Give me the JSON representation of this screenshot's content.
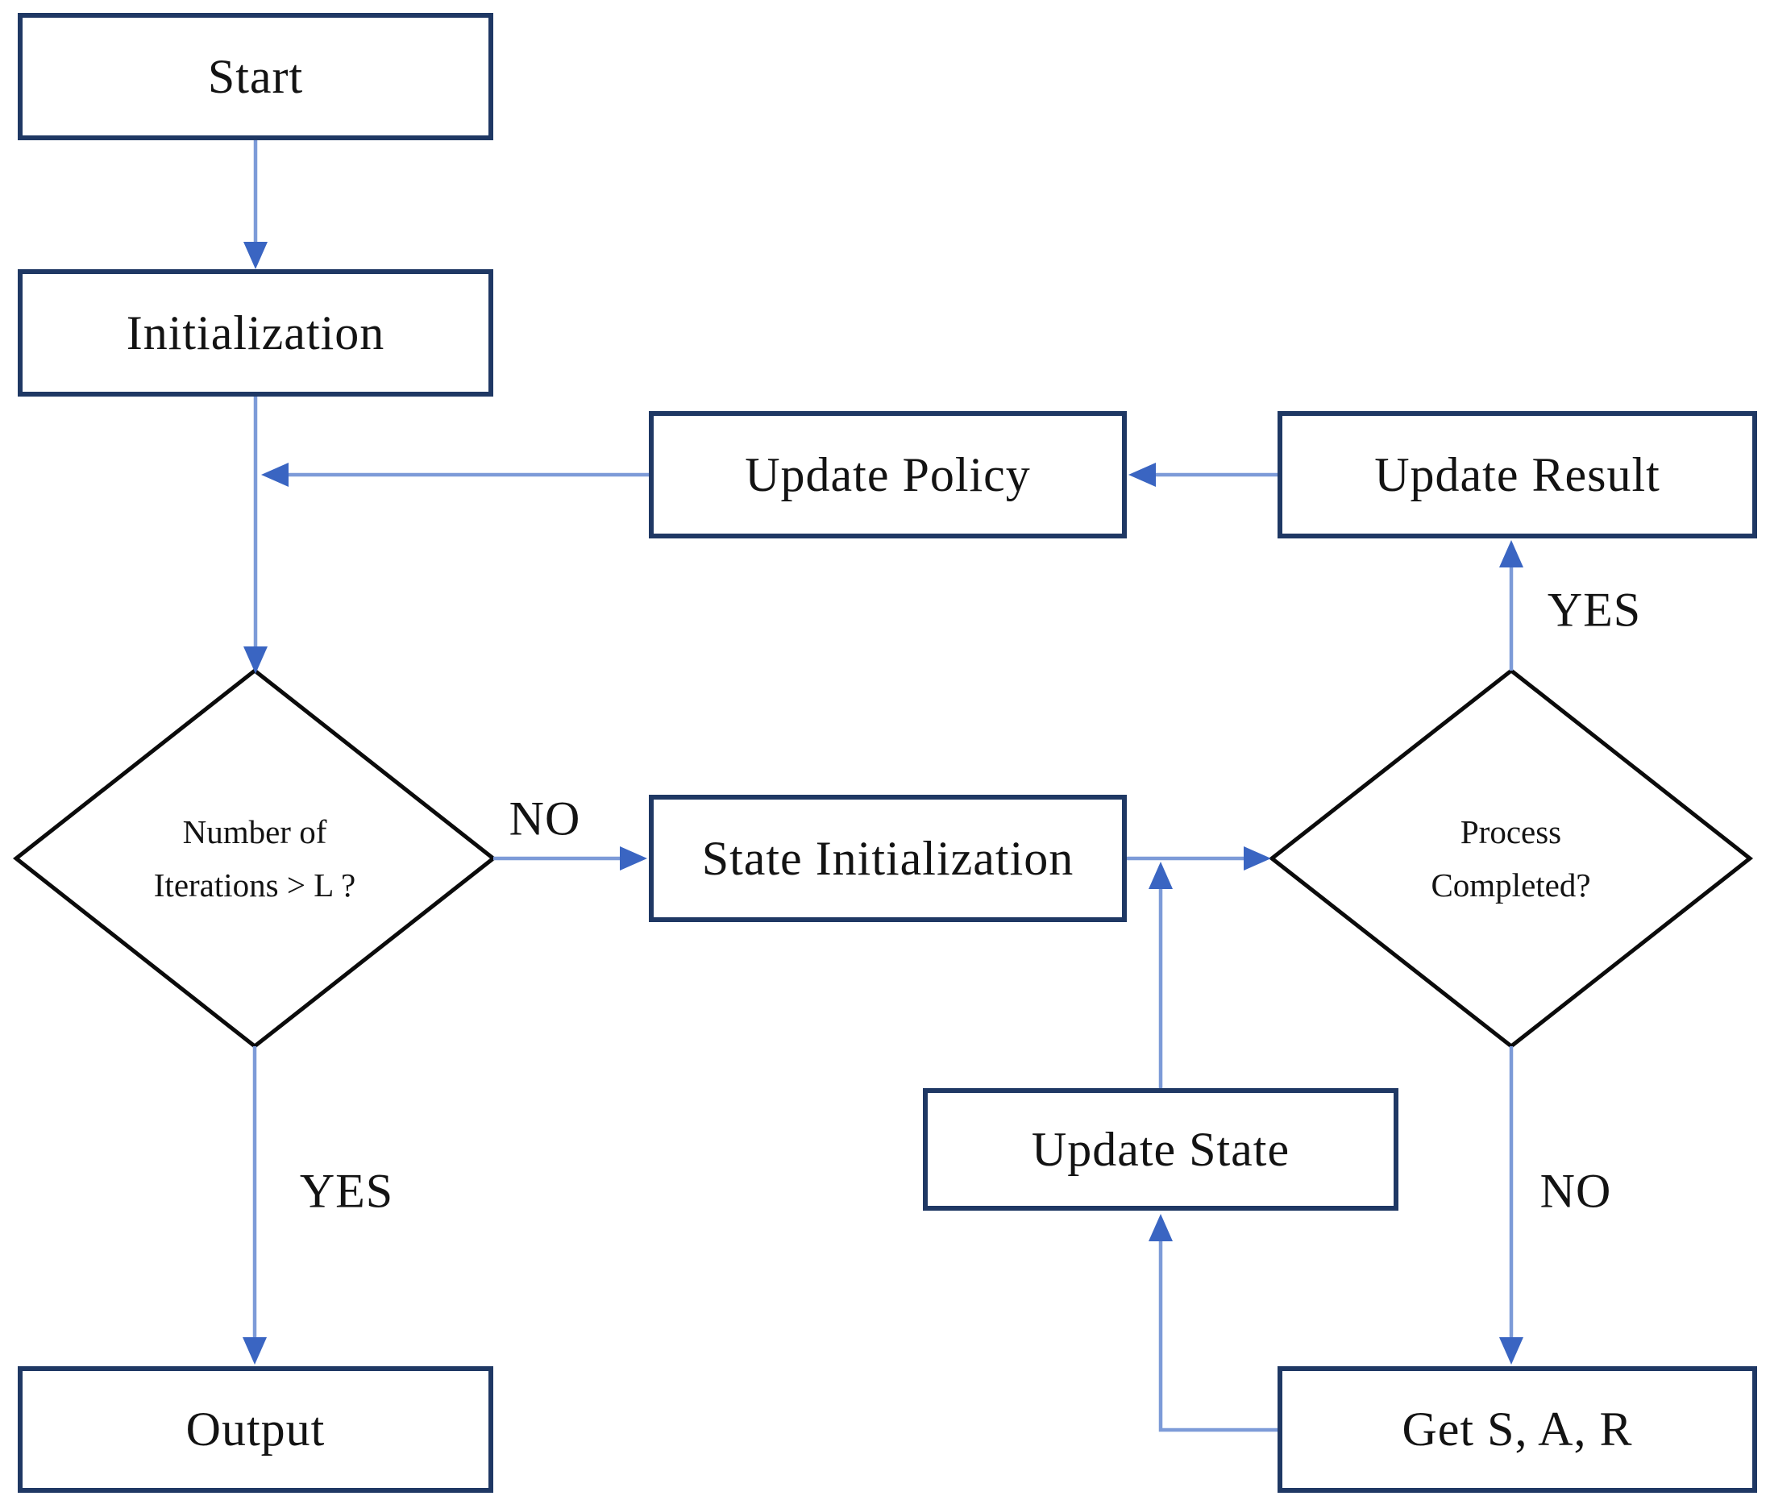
{
  "nodes": {
    "start": {
      "label": "Start"
    },
    "initialization": {
      "label": "Initialization"
    },
    "update_policy": {
      "label": "Update Policy"
    },
    "update_result": {
      "label": "Update Result"
    },
    "iterations_decision": {
      "line1": "Number of",
      "line2": "Iterations > L ?"
    },
    "state_initialization": {
      "label": "State Initialization"
    },
    "process_decision": {
      "line1": "Process",
      "line2": "Completed?"
    },
    "update_state": {
      "label": "Update State"
    },
    "get_sar": {
      "label": "Get S, A, R"
    },
    "output": {
      "label": "Output"
    }
  },
  "edge_labels": {
    "iterations_no": "NO",
    "iterations_yes": "YES",
    "process_yes": "YES",
    "process_no": "NO"
  },
  "colors": {
    "box_border": "#1F3864",
    "diamond_border": "#0B0B0B",
    "connector_line": "#7D9BD8",
    "arrowhead": "#3A65C2",
    "text": "#131313",
    "background": "#FFFFFF"
  }
}
